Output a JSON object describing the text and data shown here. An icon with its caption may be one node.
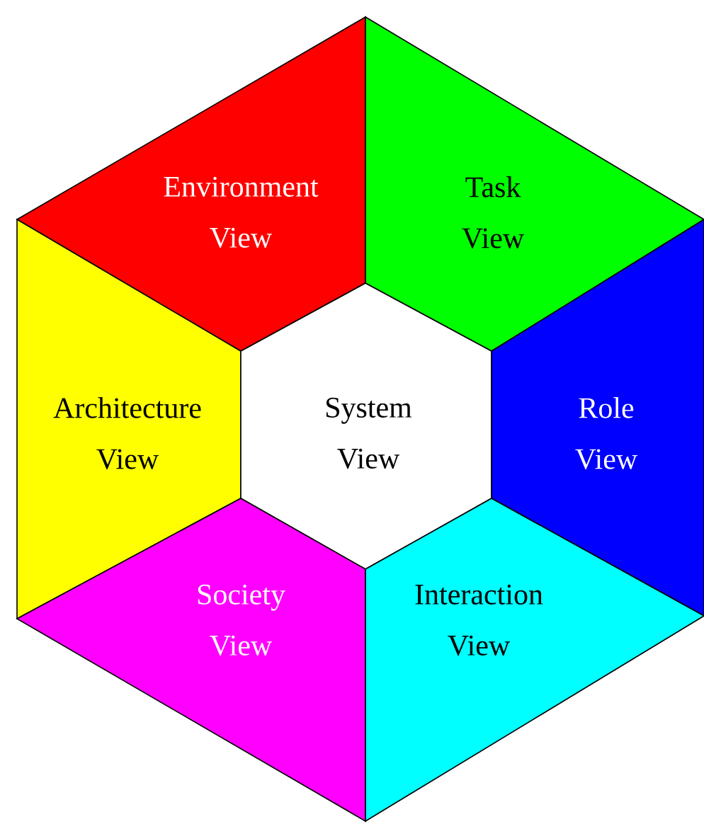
{
  "diagram": {
    "nodes": [
      {
        "text": [
          "Environment View"
        ]
      },
      {
        "text": [
          "Task View"
        ]
      },
      {
        "text": [
          "Architecture View"
        ]
      },
      {
        "text": [
          "System View"
        ]
      },
      {
        "text": [
          "Role View"
        ]
      },
      {
        "text": [
          "Society View"
        ]
      },
      {
        "text": [
          "Interaction View"
        ]
      }
    ]
  }
}
